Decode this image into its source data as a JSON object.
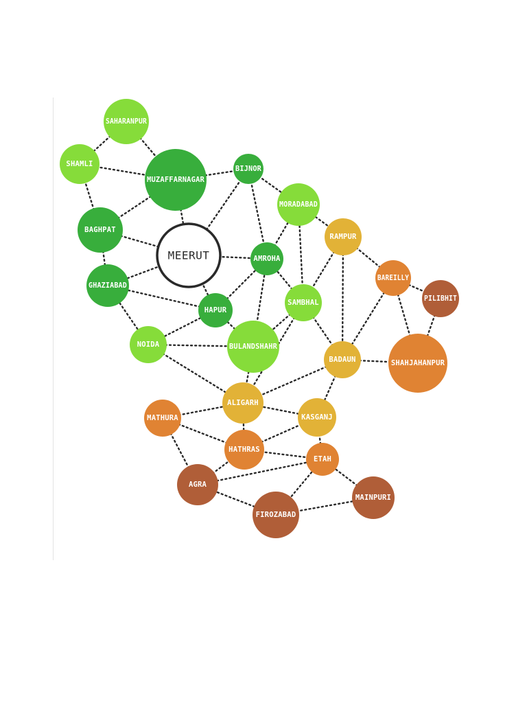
{
  "colors": {
    "light_green": "#86dc3a",
    "dark_green": "#38ae3c",
    "yellow": "#e2b237",
    "orange": "#e08333",
    "brown": "#b05e38",
    "outline": "#2a2a2a"
  },
  "nodes": [
    {
      "id": "saharanpur",
      "label": "SAHARANPUR",
      "color": "light_green"
    },
    {
      "id": "shamli",
      "label": "SHAMLI",
      "color": "light_green"
    },
    {
      "id": "muzaffarnagar",
      "label": "MUZAFFARNAGAR",
      "color": "dark_green"
    },
    {
      "id": "bijnor",
      "label": "BIJNOR",
      "color": "dark_green"
    },
    {
      "id": "moradabad",
      "label": "MORADABAD",
      "color": "light_green"
    },
    {
      "id": "baghpat",
      "label": "BAGHPAT",
      "color": "dark_green"
    },
    {
      "id": "meerut",
      "label": "MEERUT",
      "color": "outline"
    },
    {
      "id": "rampur",
      "label": "RAMPUR",
      "color": "yellow"
    },
    {
      "id": "amroha",
      "label": "AMROHA",
      "color": "dark_green"
    },
    {
      "id": "bareilly",
      "label": "BAREILLY",
      "color": "orange"
    },
    {
      "id": "pilibhit",
      "label": "PILIBHIT",
      "color": "brown"
    },
    {
      "id": "ghaziabad",
      "label": "GHAZIABAD",
      "color": "dark_green"
    },
    {
      "id": "hapur",
      "label": "HAPUR",
      "color": "dark_green"
    },
    {
      "id": "sambhal",
      "label": "SAMBHAL",
      "color": "light_green"
    },
    {
      "id": "noida",
      "label": "NOIDA",
      "color": "light_green"
    },
    {
      "id": "bulandshahr",
      "label": "BULANDSHAHR",
      "color": "light_green"
    },
    {
      "id": "badaun",
      "label": "BADAUN",
      "color": "yellow"
    },
    {
      "id": "shahjahanpur",
      "label": "SHAHJAHANPUR",
      "color": "orange"
    },
    {
      "id": "aligarh",
      "label": "ALIGARH",
      "color": "yellow"
    },
    {
      "id": "mathura",
      "label": "MATHURA",
      "color": "orange"
    },
    {
      "id": "kasganj",
      "label": "KASGANJ",
      "color": "yellow"
    },
    {
      "id": "hathras",
      "label": "HATHRAS",
      "color": "orange"
    },
    {
      "id": "etah",
      "label": "ETAH",
      "color": "orange"
    },
    {
      "id": "agra",
      "label": "AGRA",
      "color": "brown"
    },
    {
      "id": "mainpuri",
      "label": "MAINPURI",
      "color": "brown"
    },
    {
      "id": "firozabad",
      "label": "FIROZABAD",
      "color": "brown"
    }
  ],
  "edges": [
    [
      "saharanpur",
      "shamli"
    ],
    [
      "saharanpur",
      "muzaffarnagar"
    ],
    [
      "shamli",
      "muzaffarnagar"
    ],
    [
      "shamli",
      "baghpat"
    ],
    [
      "muzaffarnagar",
      "bijnor"
    ],
    [
      "muzaffarnagar",
      "baghpat"
    ],
    [
      "muzaffarnagar",
      "meerut"
    ],
    [
      "bijnor",
      "moradabad"
    ],
    [
      "bijnor",
      "meerut"
    ],
    [
      "bijnor",
      "amroha"
    ],
    [
      "moradabad",
      "amroha"
    ],
    [
      "moradabad",
      "rampur"
    ],
    [
      "moradabad",
      "sambhal"
    ],
    [
      "baghpat",
      "meerut"
    ],
    [
      "baghpat",
      "ghaziabad"
    ],
    [
      "meerut",
      "ghaziabad"
    ],
    [
      "meerut",
      "amroha"
    ],
    [
      "meerut",
      "hapur"
    ],
    [
      "amroha",
      "hapur"
    ],
    [
      "amroha",
      "sambhal"
    ],
    [
      "amroha",
      "bulandshahr"
    ],
    [
      "rampur",
      "sambhal"
    ],
    [
      "rampur",
      "bareilly"
    ],
    [
      "rampur",
      "badaun"
    ],
    [
      "bareilly",
      "pilibhit"
    ],
    [
      "bareilly",
      "badaun"
    ],
    [
      "bareilly",
      "shahjahanpur"
    ],
    [
      "pilibhit",
      "shahjahanpur"
    ],
    [
      "ghaziabad",
      "hapur"
    ],
    [
      "ghaziabad",
      "noida"
    ],
    [
      "hapur",
      "noida"
    ],
    [
      "hapur",
      "bulandshahr"
    ],
    [
      "sambhal",
      "bulandshahr"
    ],
    [
      "sambhal",
      "badaun"
    ],
    [
      "sambhal",
      "aligarh"
    ],
    [
      "noida",
      "bulandshahr"
    ],
    [
      "noida",
      "aligarh"
    ],
    [
      "bulandshahr",
      "aligarh"
    ],
    [
      "badaun",
      "shahjahanpur"
    ],
    [
      "badaun",
      "aligarh"
    ],
    [
      "badaun",
      "kasganj"
    ],
    [
      "aligarh",
      "mathura"
    ],
    [
      "aligarh",
      "kasganj"
    ],
    [
      "aligarh",
      "hathras"
    ],
    [
      "mathura",
      "hathras"
    ],
    [
      "mathura",
      "agra"
    ],
    [
      "kasganj",
      "hathras"
    ],
    [
      "kasganj",
      "etah"
    ],
    [
      "hathras",
      "etah"
    ],
    [
      "hathras",
      "agra"
    ],
    [
      "etah",
      "agra"
    ],
    [
      "etah",
      "mainpuri"
    ],
    [
      "etah",
      "firozabad"
    ],
    [
      "agra",
      "firozabad"
    ],
    [
      "mainpuri",
      "firozabad"
    ]
  ]
}
